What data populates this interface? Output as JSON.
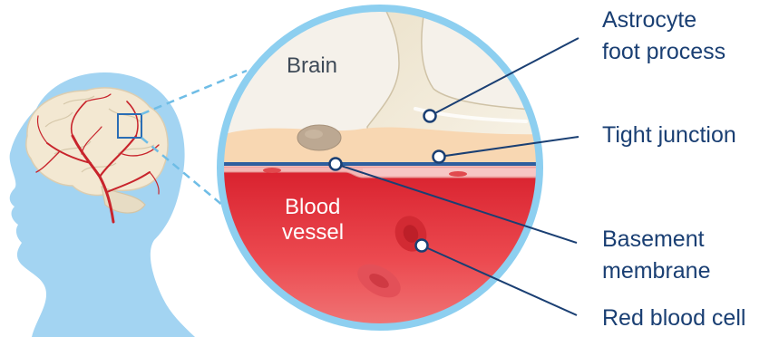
{
  "labels": {
    "brain": "Brain",
    "blood_vessel_line1": "Blood",
    "blood_vessel_line2": "vessel",
    "astrocyte_line1": "Astrocyte",
    "astrocyte_line2": "foot process",
    "tight_junction": "Tight junction",
    "basement_line1": "Basement",
    "basement_line2": "membrane",
    "red_blood_cell": "Red blood cell"
  },
  "colors": {
    "circle_border": "#8dcff0",
    "head": "#a3d4f2",
    "brain_tissue": "#f6e6cf",
    "vessel": "#e3373f",
    "membrane": "#2e5e9e",
    "label_text": "#1a3f73",
    "callout_line": "#1a3f73"
  }
}
